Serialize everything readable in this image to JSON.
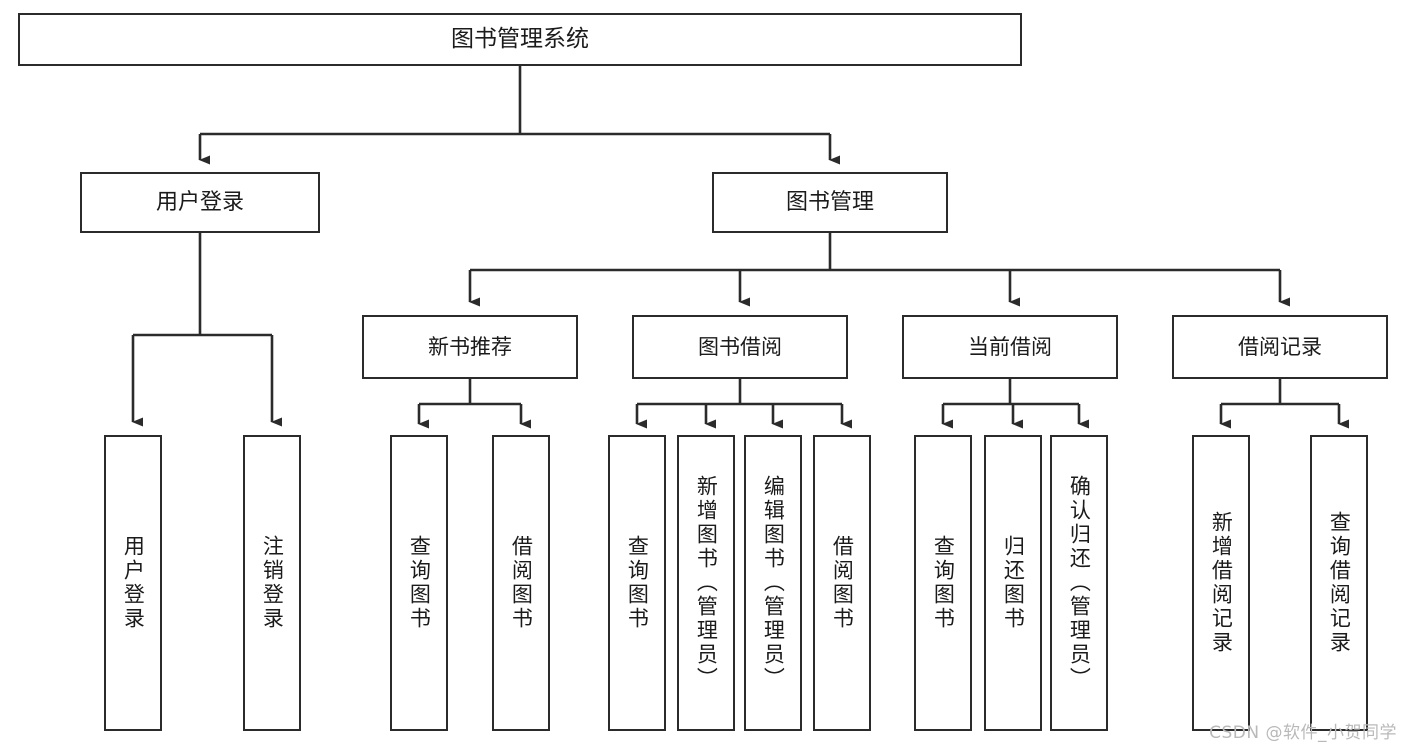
{
  "diagram": {
    "title": "图书管理系统",
    "type": "tree",
    "watermark": "CSDN @软件_小贺同学",
    "colors": {
      "stroke": "#2b2b2b",
      "fill": "#ffffff",
      "text": "#1b1b1b",
      "watermark": "#b9b9b9"
    },
    "root": {
      "label": "图书管理系统"
    },
    "level1": [
      {
        "id": "user-login",
        "label": "用户登录"
      },
      {
        "id": "book-manage",
        "label": "图书管理"
      }
    ],
    "level2": [
      {
        "id": "new-book-recommend",
        "label": "新书推荐"
      },
      {
        "id": "book-borrow",
        "label": "图书借阅"
      },
      {
        "id": "current-borrow",
        "label": "当前借阅"
      },
      {
        "id": "borrow-record",
        "label": "借阅记录"
      }
    ],
    "leaves": [
      {
        "id": "leaf-user-login",
        "parent": "user-login",
        "label": "用户登录"
      },
      {
        "id": "leaf-logout",
        "parent": "user-login",
        "label": "注销登录"
      },
      {
        "id": "leaf-query-book-1",
        "parent": "new-book-recommend",
        "label": "查询图书"
      },
      {
        "id": "leaf-borrow-book-1",
        "parent": "new-book-recommend",
        "label": "借阅图书"
      },
      {
        "id": "leaf-query-book-2",
        "parent": "book-borrow",
        "label": "查询图书"
      },
      {
        "id": "leaf-add-book",
        "parent": "book-borrow",
        "label": "新增图书（管理员）"
      },
      {
        "id": "leaf-edit-book",
        "parent": "book-borrow",
        "label": "编辑图书（管理员）"
      },
      {
        "id": "leaf-borrow-book-2",
        "parent": "book-borrow",
        "label": "借阅图书"
      },
      {
        "id": "leaf-query-book-3",
        "parent": "current-borrow",
        "label": "查询图书"
      },
      {
        "id": "leaf-return-book",
        "parent": "current-borrow",
        "label": "归还图书"
      },
      {
        "id": "leaf-confirm-return",
        "parent": "current-borrow",
        "label": "确认归还（管理员）"
      },
      {
        "id": "leaf-add-record",
        "parent": "borrow-record",
        "label": "新增借阅记录"
      },
      {
        "id": "leaf-query-record",
        "parent": "borrow-record",
        "label": "查询借阅记录"
      }
    ]
  }
}
